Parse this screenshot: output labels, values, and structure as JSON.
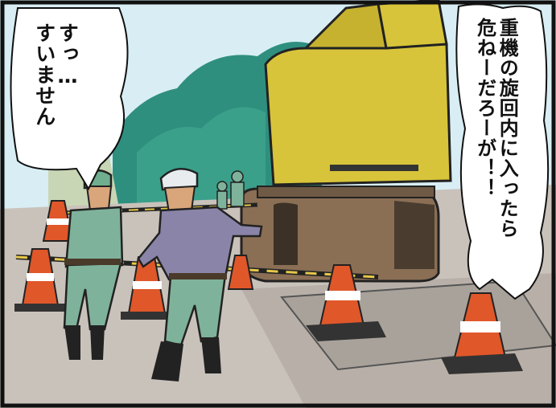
{
  "dialogue": {
    "worker_reply": [
      "すっ…",
      "すいません"
    ],
    "foreman_warning": [
      "重機の旋回内に入ったら",
      "危ねーだろーが！！"
    ]
  },
  "colors": {
    "sky": "#d8eef4",
    "excavator_yellow": "#d8c43a",
    "ground": "#c9c2bb",
    "cone_orange": "#e0572a",
    "work_uniform_green": "#7fb29a",
    "jacket_purple": "#8a84a8",
    "track_brown": "#8a6f55"
  }
}
